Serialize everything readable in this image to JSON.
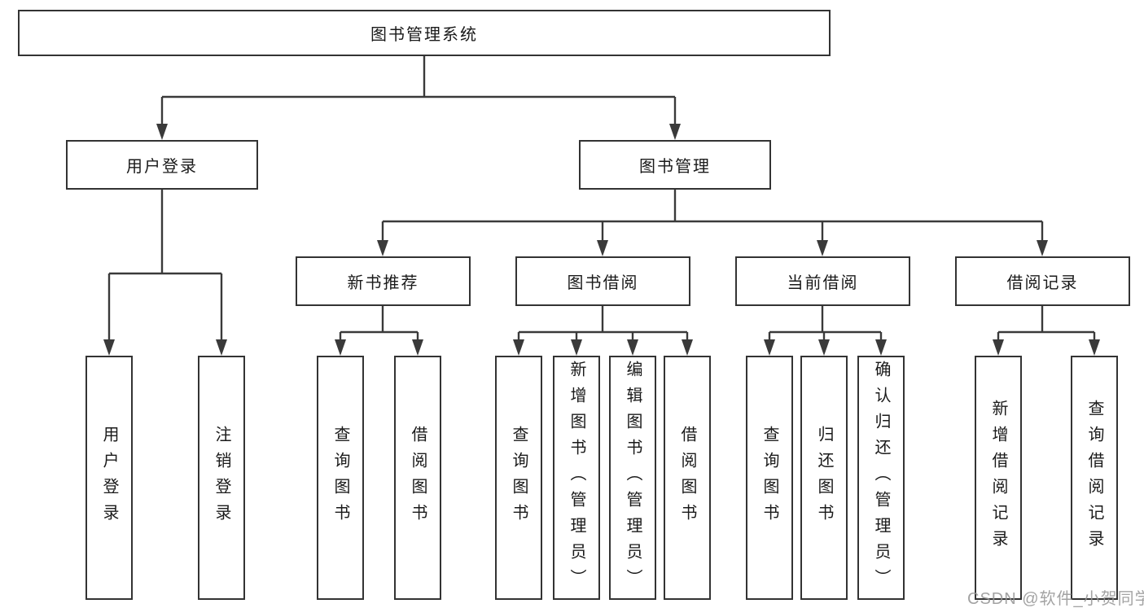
{
  "diagram_title": "图书管理系统",
  "watermark": "CSDN @软件_小贺同学",
  "colors": {
    "line": "#3a3a3a",
    "box_border": "#333333",
    "text": "#1a1a1a",
    "watermark": "#969696",
    "background": "#ffffff"
  },
  "nodes": {
    "root": "图书管理系统",
    "user_login": "用户登录",
    "book_mgmt": "图书管理",
    "new_book_rec": "新书推荐",
    "book_borrow": "图书借阅",
    "current_borrow": "当前借阅",
    "borrow_record": "借阅记录",
    "leaf_user_login": "用户登录",
    "leaf_logout": "注销登录",
    "leaf_nbr_query": "查询图书",
    "leaf_nbr_borrow": "借阅图书",
    "leaf_bb_query": "查询图书",
    "leaf_bb_add": "新增图书（管理员）",
    "leaf_bb_edit": "编辑图书（管理员）",
    "leaf_bb_borrow": "借阅图书",
    "leaf_cb_query": "查询图书",
    "leaf_cb_return": "归还图书",
    "leaf_cb_confirm": "确认归还（管理员）",
    "leaf_br_add": "新增借阅记录",
    "leaf_br_query": "查询借阅记录"
  }
}
